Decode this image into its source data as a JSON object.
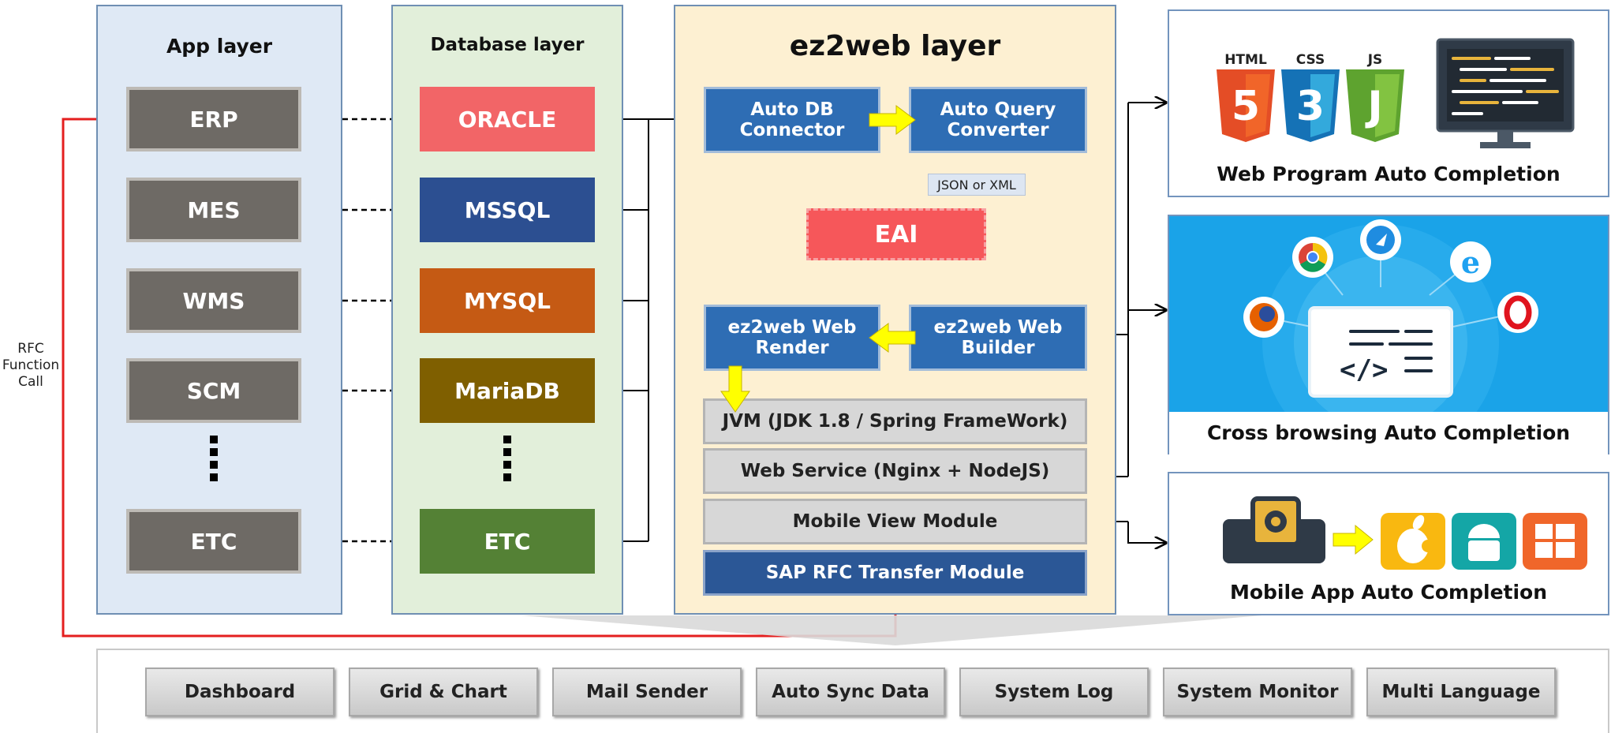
{
  "app_layer": {
    "title": "App layer",
    "items": [
      "ERP",
      "MES",
      "WMS",
      "SCM",
      "ETC"
    ]
  },
  "database_layer": {
    "title": "Database layer",
    "items": [
      {
        "label": "ORACLE",
        "color": "#f26567"
      },
      {
        "label": "MSSQL",
        "color": "#2c4f91"
      },
      {
        "label": "MYSQL",
        "color": "#c55a14"
      },
      {
        "label": "MariaDB",
        "color": "#7f5f00"
      },
      {
        "label": "ETC",
        "color": "#548135"
      }
    ]
  },
  "ez2web_layer": {
    "title": "ez2web layer",
    "auto_db_connector": "Auto DB Connector",
    "auto_query_converter": "Auto Query Converter",
    "json_xml": "JSON or XML",
    "eai": "EAI",
    "web_render": "ez2web Web Render",
    "web_builder": "ez2web Web Builder",
    "rows": [
      "JVM (JDK 1.8 / Spring FrameWork)",
      "Web Service (Nginx + NodeJS)",
      "Mobile View Module",
      "SAP RFC Transfer Module"
    ]
  },
  "rfc_label": "RFC Function Call",
  "outputs": {
    "web_program": {
      "title": "Web Program Auto Completion",
      "badges": [
        "HTML",
        "CSS",
        "JS"
      ],
      "badge_digits": [
        "5",
        "3",
        "J"
      ],
      "badge_colors": [
        "#e44d26",
        "#1572b6",
        "#5ea32f"
      ]
    },
    "cross_browsing": {
      "title": "Cross browsing Auto Completion",
      "bg_color": "#1aa3e8",
      "code_glyph": "</>"
    },
    "mobile_app": {
      "title": "Mobile App Auto Completion"
    }
  },
  "bottom_modules": [
    "Dashboard",
    "Grid & Chart",
    "Mail Sender",
    "Auto Sync Data",
    "System Log",
    "System Monitor",
    "Multi Language"
  ],
  "colors": {
    "red_line": "#e41f1f",
    "arrow_yellow": "#ffff00",
    "eai_red": "#f6575a",
    "sap_blue": "#2b5796"
  }
}
